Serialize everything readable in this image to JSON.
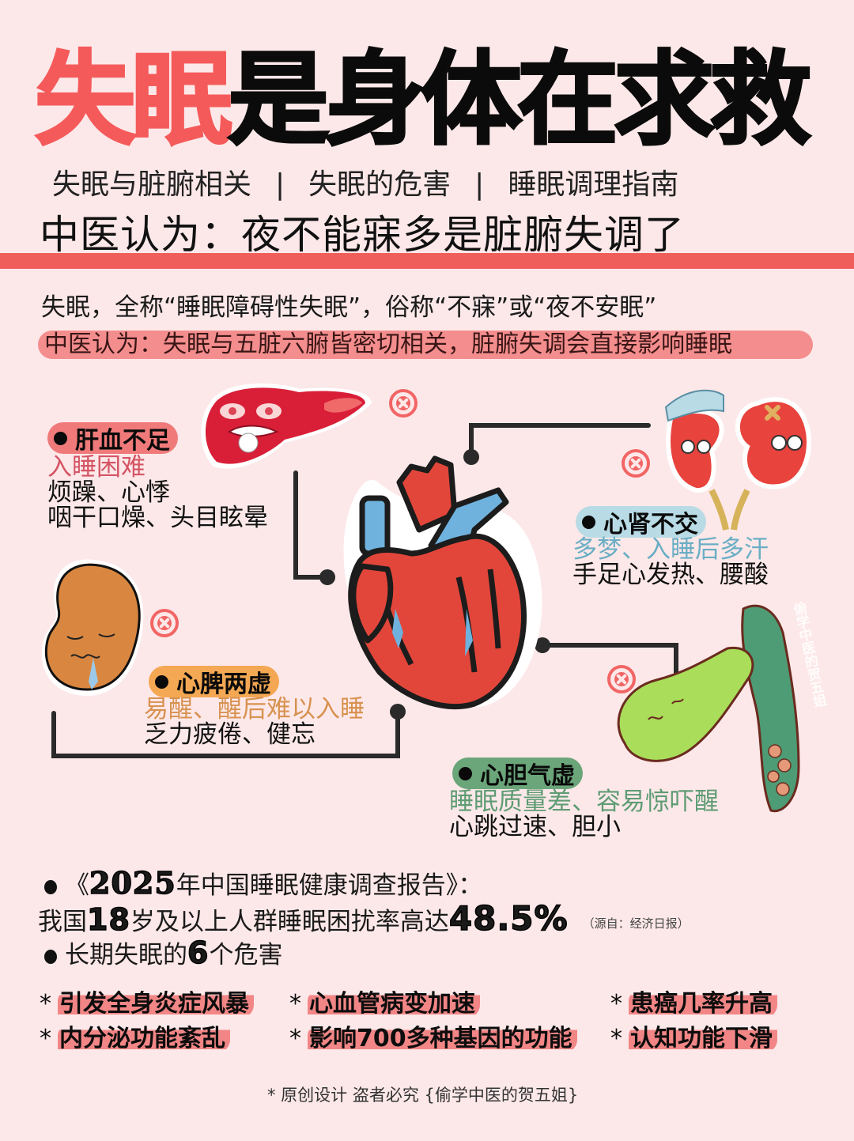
{
  "title": {
    "accent_part": "失眠",
    "dark_part": "是身体在求救",
    "accent_color": "#f55a5a"
  },
  "subnav": {
    "items": [
      "失眠与脏腑相关",
      "失眠的危害",
      "睡眠调理指南"
    ],
    "separator": "|"
  },
  "headline": "中医认为：夜不能寐多是脏腑失调了",
  "intro": {
    "line1": "失眠，全称“睡眠障碍性失眠”，俗称“不寐”或“夜不安眠”",
    "line2": "中医认为：失眠与五脏六腑皆密切相关，脏腑失调会直接影响睡眠"
  },
  "organs": {
    "liver": {
      "tag": "肝血不足",
      "symptom_main": "入睡困难",
      "symptom_2": "烦躁、心悸",
      "symptom_3": "咽干口燥、头目眩晕",
      "color": "#f07a7a",
      "icon": "liver-icon"
    },
    "kidney": {
      "tag": "心肾不交",
      "symptom_main": "多梦、入睡后多汗",
      "symptom_2": "手足心发热、腰酸",
      "color": "#b8dbe6",
      "icon": "kidney-icon"
    },
    "spleen": {
      "tag": "心脾两虚",
      "symptom_main": "易醒、醒后难以入睡",
      "symptom_2": "乏力疲倦、健忘",
      "color": "#f4a853",
      "icon": "spleen-icon"
    },
    "gallbladder": {
      "tag": "心胆气虚",
      "symptom_main": "睡眠质量差、容易惊吓醒",
      "symptom_2": "心跳过速、胆小",
      "color": "#6ba57a",
      "icon": "gallbladder-icon"
    },
    "center": {
      "icon": "heart-icon"
    }
  },
  "stats": {
    "report_prefix": "《",
    "report_year": "2025",
    "report_rest": "年中国睡眠健康调查报告》：",
    "line2_a": "我国",
    "line2_age": "18",
    "line2_b": "岁及以上人群睡眠困扰率高达",
    "line2_rate": "48.5%",
    "source": "（源自：经济日报）",
    "line3_a": "长期失眠的",
    "line3_num": "6",
    "line3_b": "个危害"
  },
  "harms": [
    "引发全身炎症风暴",
    "心血管病变加速",
    "患癌几率升高",
    "内分泌功能紊乱",
    "影响700多种基因的功能",
    "认知功能下滑"
  ],
  "harm_star": "*",
  "footer": "*  原创设计  盗者必究 {偷学中医的贺五姐}",
  "watermark": "偷学中医的贺五姐"
}
